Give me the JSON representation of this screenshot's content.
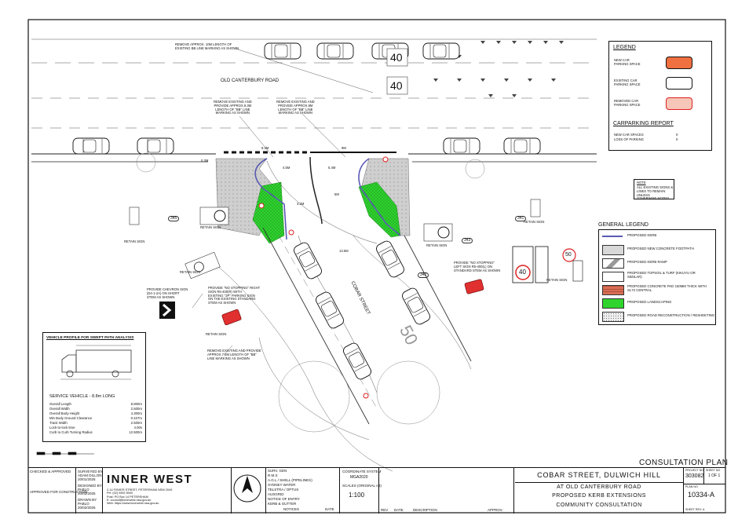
{
  "plan": {
    "road_name": "OLD CANTERBURY ROAD",
    "street_label": "COBAR STREET",
    "speed_marking": "40",
    "street_speed_marking": "50",
    "node_ids": [
      "345",
      "341",
      "342",
      "343"
    ],
    "dimensions": [
      "9.3m",
      "9m",
      "4.5m",
      "5.4m",
      "5m",
      "6m",
      "13.5m",
      "0.3m",
      "3.2m"
    ],
    "sign_labels": {
      "retain_sign": "RETAIN SIGN"
    },
    "notes": {
      "remove_bb_10m": "REMOVE APPROX. 10m LENGTH OF\nEXISTING BB LINE MARKING AS SHOWN",
      "remove_bb_left": "REMOVE EXISTING AND\nPROVIDE APPROX.9.3m\nLENGTH OF \"BB\" LINE\nMARKING AS SHOWN",
      "remove_bb_right": "REMOVE EXISTING AND\nPROVIDE APPROX.9m\nLENGTH OF \"BB\" LINE\nMARKING AS SHOWN",
      "no_stopping_left": "PROVIDE \"NO STOPPING\" RIGHT\nSIGN R5-400(R) WITH\nEXISTING \"2P\" PARKING SIGN\nON THE EXISTING STANDARD\nSTEM AS SHOWN",
      "chevron": "PROVIDE CHEVRON SIGN\n(D4-1-2A) ON SHORT\nSTEM AS SHOWN",
      "no_stopping_right": "PROVIDE \"NO STOPPING\"\nLEFT SIGN R5-400(L) ON\nSTANDARD STEM AS SHOWN",
      "remove_bb_bottom": "REMOVE EXISTING AND PROVIDE\nAPPROX.7.5m LENGTH OF \"BB\"\nLINE MARKING AS SHOWN"
    }
  },
  "legend": {
    "title": "LEGEND",
    "items": [
      "NEW CAR\nPARKING SPACE",
      "EXISTING CAR\nPARKING SPACE",
      "REMOVED CAR\nPARKING SPACE"
    ],
    "report_title": "CARPARKING REPORT",
    "report_rows": [
      {
        "label": "NEW CAR SPACES",
        "value": "0"
      },
      {
        "label": "LOSS OF PARKING",
        "value": "0"
      }
    ]
  },
  "note": {
    "title": "NOTE",
    "text": "ALL EXISTING SIGNS &\nLINES TO REMAIN UNLESS\nOTHERWISE NOTED."
  },
  "general_legend": {
    "title": "GENERAL LEGEND",
    "items": [
      "PROPOSED KERB",
      "PROPOSED NEW CONCRETE FOOTPATH",
      "PROPOSED KERB RAMP",
      "PROPOSED TOPSOIL & TURF (KIKUYU OR\nSIMILAR)",
      "PROPOSED CONCRETE PAD 150mm THICK WITH\nSL72 CENTRAL",
      "PROPOSED LANDSCAPING",
      "PROPOSED ROAD RECONSTRUCTION / RESHEETING"
    ]
  },
  "vehicle_profile": {
    "title": "VEHICLE PROFILE FOR SWEPT PATH ANALYSIS",
    "vehicle_label": "SERVICE VEHICLE  -  8.8m  LONG",
    "rows": [
      {
        "label": "Overall Length",
        "value": "8.800m"
      },
      {
        "label": "Overall Width",
        "value": "2.500m"
      },
      {
        "label": "Overall Body Height",
        "value": "4.300m"
      },
      {
        "label": "Min Body Ground Clearance",
        "value": "0.427m"
      },
      {
        "label": "Track Width",
        "value": "2.500m"
      },
      {
        "label": "Lock-to-lock time",
        "value": "4.00s"
      },
      {
        "label": "Curb to Curb Turning Radius",
        "value": "12.500m"
      }
    ]
  },
  "title_block": {
    "header": "CONSULTATION PLAN",
    "checked": "CHECKED & APPROVED",
    "approved_construction": "APPROVED FOR CONSTRUCTION",
    "surveyed_by": "SURVEYED BY\nADAM DILLON\n20/01/2025",
    "designed_by": "DESIGNED BY\nPABLO\n20/02/2025",
    "drawn_by": "DRAWN BY\nPABLO\n20/02/2025",
    "logo": "INNER WEST",
    "address": "2-14 FISHER STREET, PETERSHAM NSW 2049\nPH:    (02) 9392 5000\nPost:  PO Box 14 PETERSHAM\nE:     council@innerwest.nsw.gov.au\nWeb:   https://www.innerwest.nsw.gov.au",
    "services": [
      "SURV. GEN",
      "R.M.S",
      "A.G.L / SHELL (PIPELINES)",
      "SYDNEY WATER",
      "TELSTRA / OPTUS",
      "AUSGRID",
      "NOTICE OF ENTRY",
      "KERB & GUTTER"
    ],
    "notices": "NOTICES",
    "date": "DATE",
    "coordinate_system_label": "COORDINATE SYSTEM",
    "coordinate_system": "MGA2020",
    "scales_label": "SCALES (ORIGINAL A3)",
    "scale": "1:100",
    "rev_headers": [
      "REV",
      "DATE",
      "DESCRIPTION",
      "APPROV."
    ],
    "project_name": "COBAR STREET, DULWICH HILL",
    "at_road": "AT OLD CANTERBURY ROAD",
    "purpose": "PROPOSED KERB EXTENSIONS",
    "stage": "COMMUNITY CONSULTATION",
    "project_no_label": "PROJECT NO",
    "project_no": "303082",
    "sheet_no_label": "SHEET No",
    "sheet_no": "1 of 1",
    "plan_no_label": "PLAN NO",
    "plan_no": "10334-A",
    "sheet_rev": "SHEET REV: A"
  },
  "colors": {
    "landscaping": "#2fd42f",
    "kerb": "#5a5ab4",
    "new_car": "#f07040",
    "removed_car": "#e03030"
  }
}
